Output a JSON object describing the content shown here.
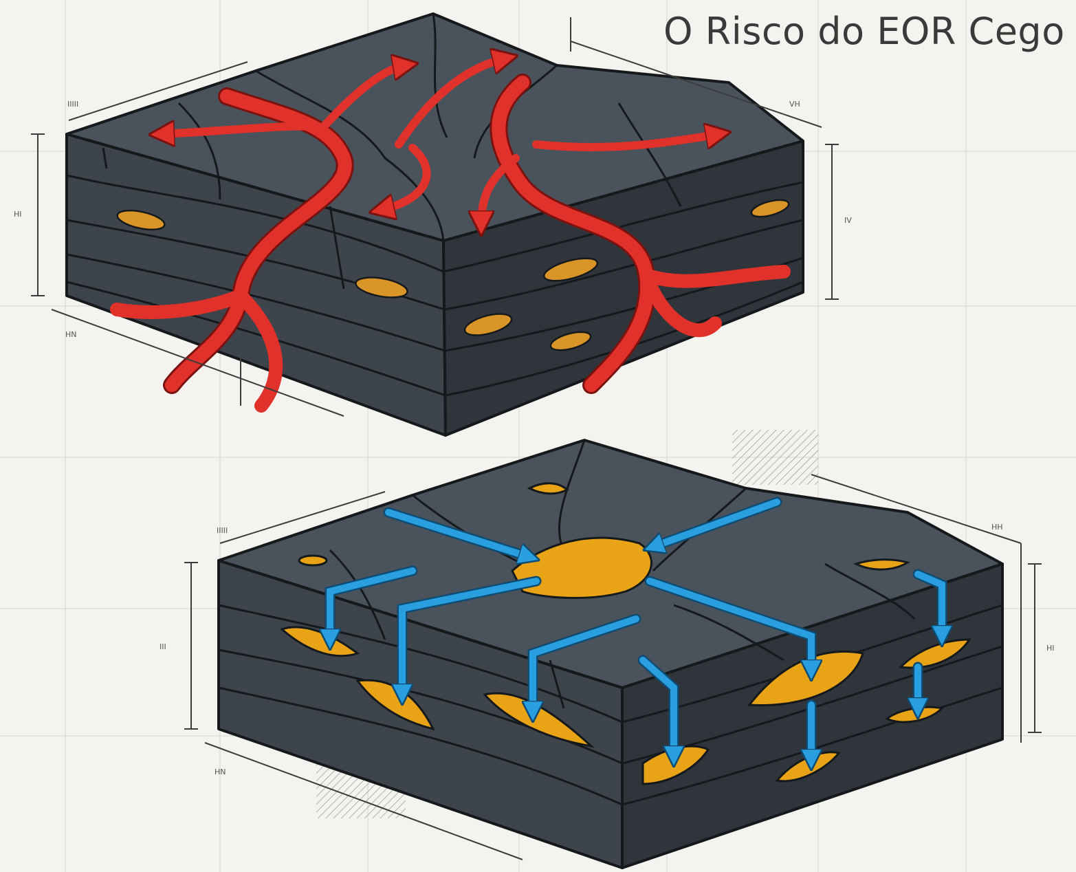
{
  "title": "O Risco do EOR Cego",
  "colors": {
    "background": "#f4f3ef",
    "grid": "#d9d8d3",
    "rock_top": "#4a535b",
    "rock_front": "#3d444b",
    "rock_side": "#2f353b",
    "outline": "#16191c",
    "red_flow": "#e0312b",
    "blue_flow": "#2a9fe0",
    "oil": "#e8a317"
  },
  "icons": {
    "upper_block": "fractured-rock-block-icon",
    "lower_block": "fractured-rock-block-icon",
    "red_arrows": "outward-red-flow-arrows",
    "blue_arrows": "inward-blue-flow-arrows",
    "oil_pockets": "oil-pocket-icon"
  },
  "dimensions": {
    "top_left": "HI",
    "top_right": "IV",
    "top_top": "VH",
    "top_top_left": "IIIII",
    "top_bottom": "HN",
    "bottom_left": "III",
    "bottom_right": "HI",
    "bottom_top": "HH",
    "bottom_top_left": "IIIII",
    "bottom_bottom": "HN"
  }
}
